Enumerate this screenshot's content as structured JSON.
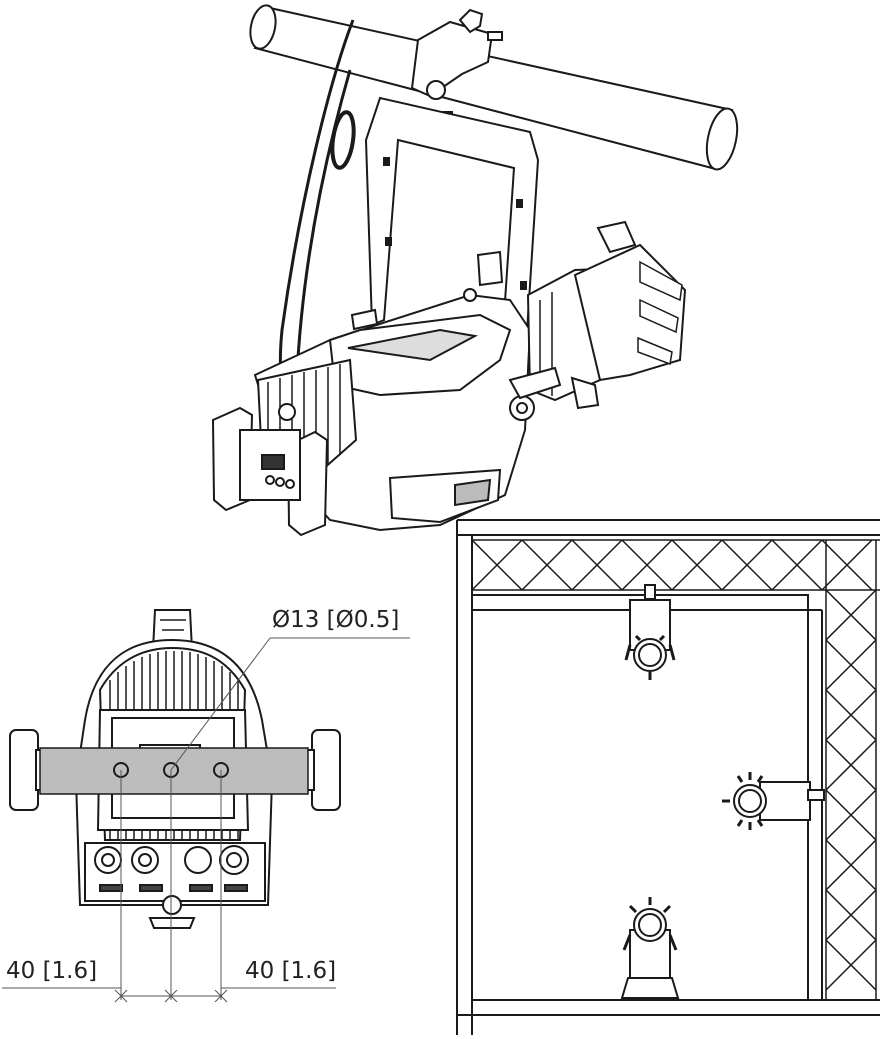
{
  "dimensions": {
    "hole_diameter": "Ø13 [Ø0.5]",
    "spacing_left": "40 [1.6]",
    "spacing_right": "40 [1.6]"
  },
  "colors": {
    "line": "#1a1a1a",
    "clamp_bar": "#bdbdbd",
    "background": "#ffffff"
  }
}
